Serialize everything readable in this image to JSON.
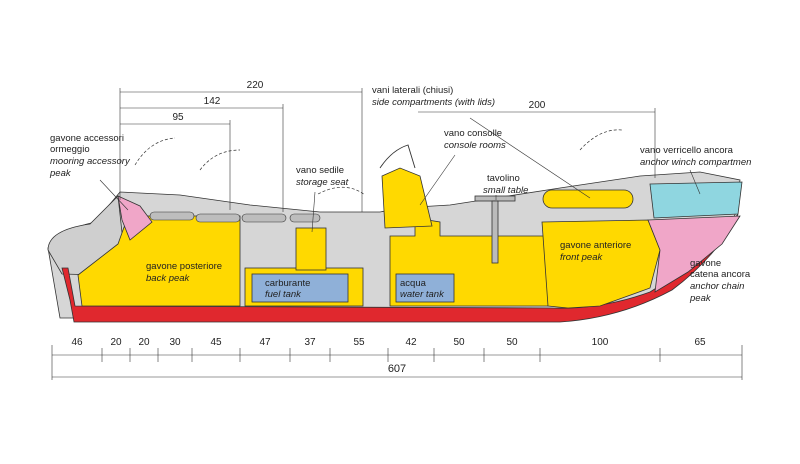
{
  "labels": {
    "mooring": [
      "gavone accessori",
      "ormeggio",
      "mooring accessory",
      "peak"
    ],
    "back_peak": [
      "gavone posteriore",
      "back peak"
    ],
    "fuel": [
      "carburante",
      "fuel tank"
    ],
    "seat": [
      "vano sedile",
      "storage seat"
    ],
    "side": [
      "vani laterali (chiusi)",
      "side compartments (with lids)"
    ],
    "console": [
      "vano consolle",
      "console rooms"
    ],
    "water": [
      "acqua",
      "water tank"
    ],
    "table": [
      "tavolino",
      "small table"
    ],
    "front_peak": [
      "gavone anteriore",
      "front peak"
    ],
    "winch": [
      "vano verricello ancora",
      "anchor winch compartmen"
    ],
    "chain": [
      "gavone",
      "catena ancora",
      "anchor chain",
      "peak"
    ]
  },
  "top_dims": [
    "220",
    "142",
    "95",
    "200"
  ],
  "segments": [
    "46",
    "20",
    "20",
    "30",
    "45",
    "47",
    "37",
    "55",
    "42",
    "50",
    "50",
    "100",
    "65"
  ],
  "total": "607",
  "colors": {
    "hull": "#e0282e",
    "compartment": "#ffd900",
    "deck": "#d6d6d6",
    "pink": "#f0a6c8",
    "cyan": "#8fd6e0",
    "blue": "#8fb0d8",
    "line": "#333333"
  }
}
